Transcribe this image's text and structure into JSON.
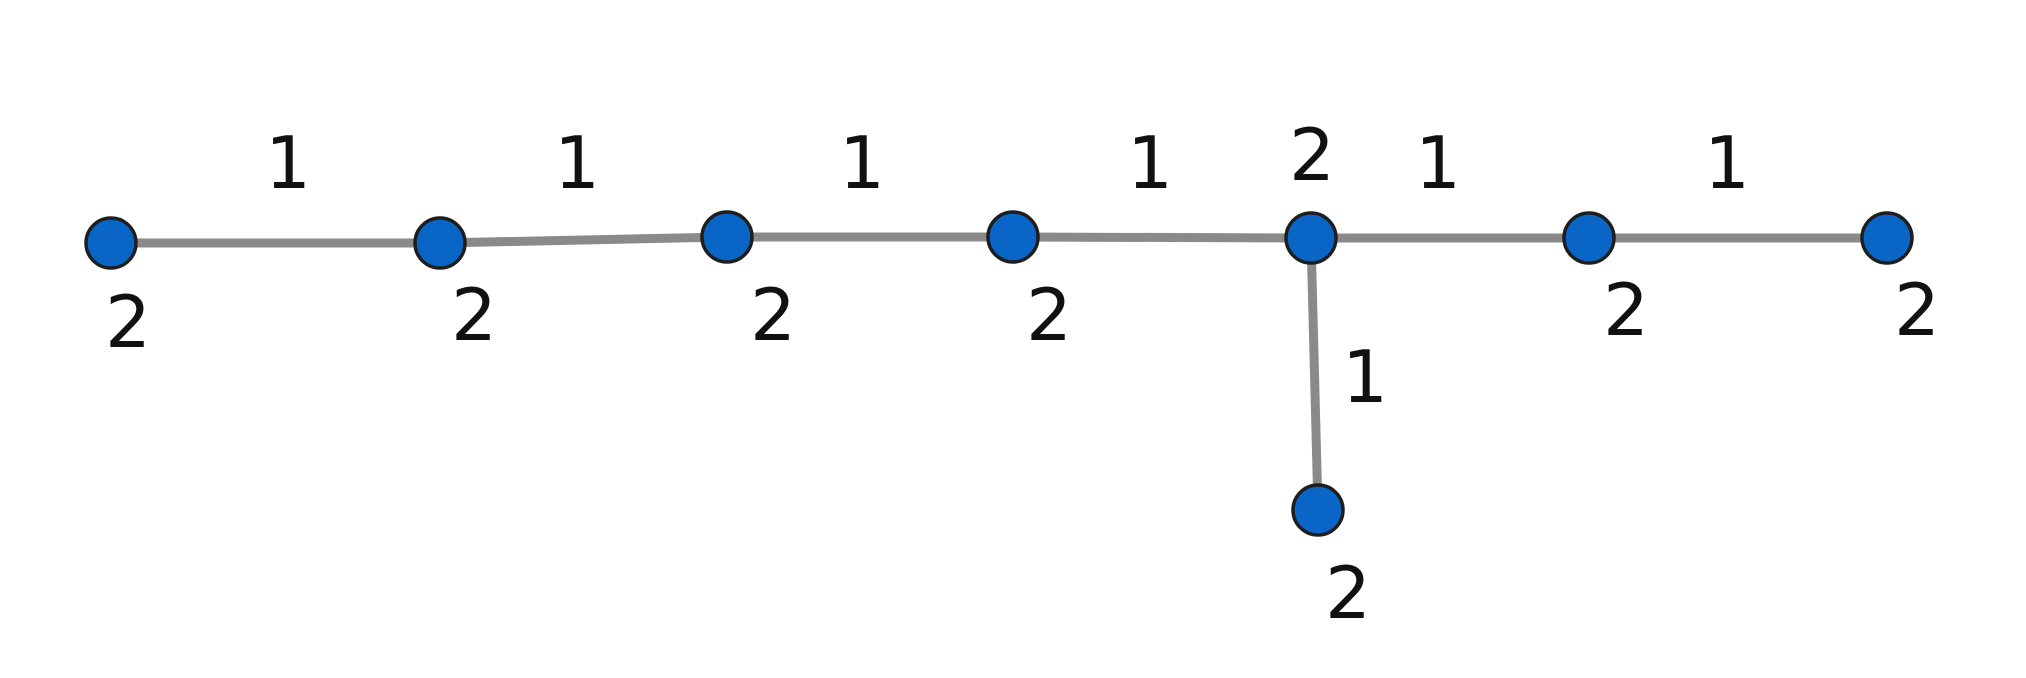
{
  "graph": {
    "nodes": [
      {
        "id": "v1",
        "label": "2"
      },
      {
        "id": "v2",
        "label": "2"
      },
      {
        "id": "v3",
        "label": "2"
      },
      {
        "id": "v4",
        "label": "2"
      },
      {
        "id": "v5",
        "label": "2"
      },
      {
        "id": "v6",
        "label": "2"
      },
      {
        "id": "v7",
        "label": "2"
      },
      {
        "id": "v8",
        "label": "2"
      }
    ],
    "edges": [
      {
        "from": "v1",
        "to": "v2",
        "label": "1"
      },
      {
        "from": "v2",
        "to": "v3",
        "label": "1"
      },
      {
        "from": "v3",
        "to": "v4",
        "label": "1"
      },
      {
        "from": "v4",
        "to": "v5",
        "label": "1"
      },
      {
        "from": "v5",
        "to": "v6",
        "label": "1"
      },
      {
        "from": "v6",
        "to": "v7",
        "label": "1"
      },
      {
        "from": "v5",
        "to": "v8",
        "label": "1"
      }
    ]
  }
}
